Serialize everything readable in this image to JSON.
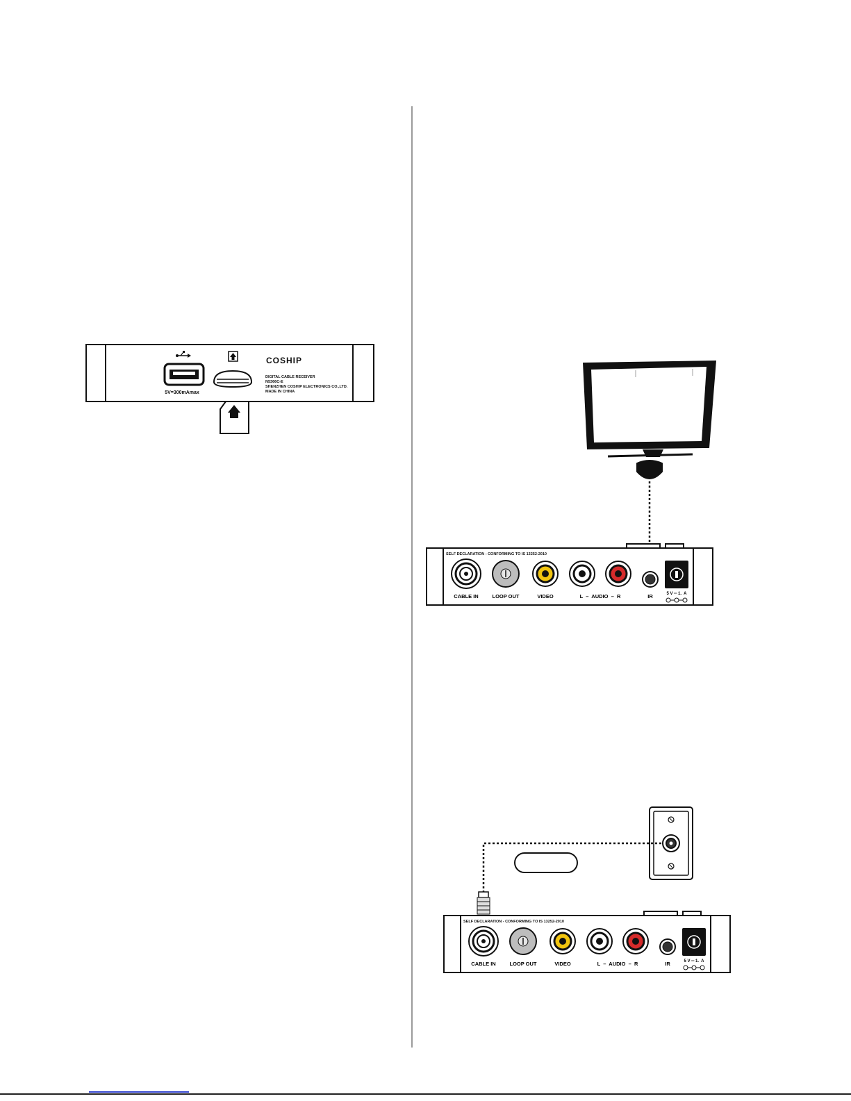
{
  "front_panel": {
    "brand": "COSHIP",
    "label_lines": [
      "DIGITAL CABLE RECEIVER",
      "N5366C-E",
      "SHENZHEN COSHIP ELECTRONICS CO.,LTD.",
      "MADE IN CHINA"
    ],
    "usb_rating": "5V=300mAmax"
  },
  "rear_panel": {
    "declaration": "SELF DECLARATION - CONFORMING TO IS 13252-2010",
    "ports": {
      "cable_in": "CABLE IN",
      "loop_out": "LOOP OUT",
      "video": "VIDEO",
      "audio": "L  –  AUDIO  –  R",
      "ir": "IR",
      "power": "5 V ═ 1.  A"
    }
  },
  "colors": {
    "video_jack": "#f1c40f",
    "audio_right_jack": "#d62b2b",
    "audio_left_jack": "#ffffff",
    "loop_out_jack": "#bdbdbd"
  }
}
